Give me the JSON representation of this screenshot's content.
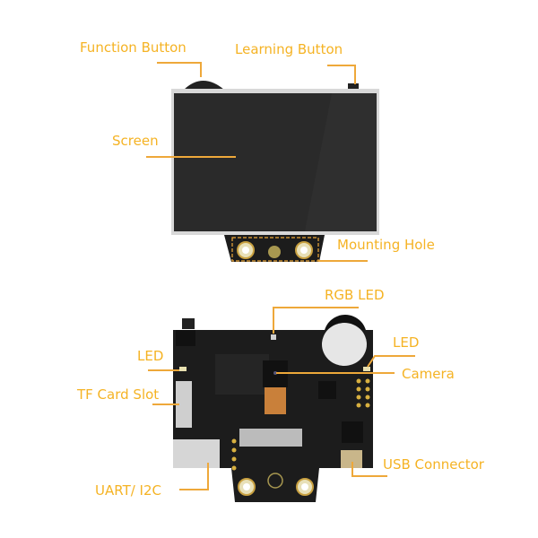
{
  "colors": {
    "label": "#f5b324",
    "leader": "#eea83a",
    "board": "#1c1c1c",
    "screen": "#2a2a2a"
  },
  "top_view": {
    "labels": {
      "function_button": "Function Button",
      "learning_button": "Learning Button",
      "screen": "Screen",
      "mounting_hole": "Mounting Hole"
    }
  },
  "bottom_view": {
    "labels": {
      "rgb_led": "RGB LED",
      "led_right": "LED",
      "camera": "Camera",
      "led_left": "LED",
      "tf_card_slot": "TF Card Slot",
      "usb_connector": "USB Connector",
      "uart_i2c": "UART/ I2C"
    }
  }
}
